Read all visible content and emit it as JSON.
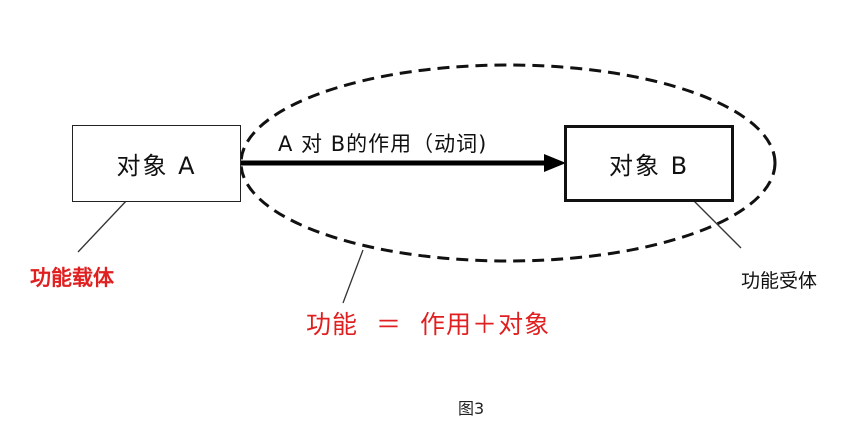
{
  "colors": {
    "accent": "#e02020",
    "stroke": "#111111"
  },
  "object_a": {
    "label": "对象 A"
  },
  "object_b": {
    "label": "对象 B"
  },
  "arrow": {
    "label": "A 对 B的作用（动词)"
  },
  "carrier": {
    "label": "功能载体"
  },
  "receiver": {
    "label": "功能受体"
  },
  "formula": {
    "lhs": "功能",
    "eq": "＝",
    "rhs_action": "作用",
    "plus": "＋",
    "rhs_object": "对象"
  },
  "caption": "图3"
}
